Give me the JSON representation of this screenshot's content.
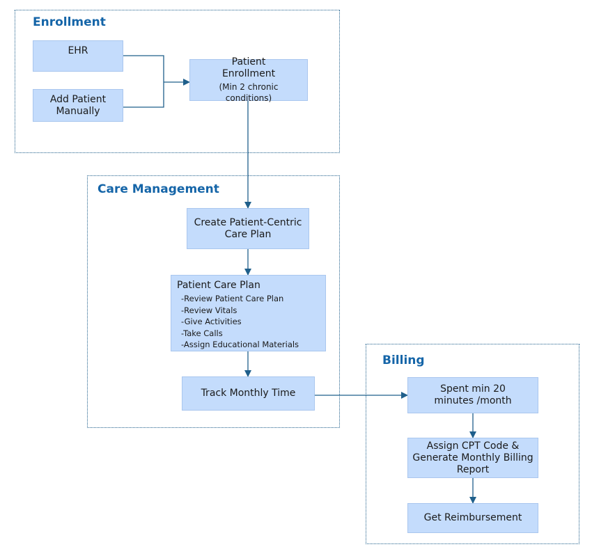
{
  "groups": {
    "enrollment": {
      "title": "Enrollment"
    },
    "care_management": {
      "title": "Care Management"
    },
    "billing": {
      "title": "Billing"
    }
  },
  "nodes": {
    "ehr": {
      "label": "EHR"
    },
    "add_patient": {
      "label": "Add Patient Manually"
    },
    "patient_enrollment": {
      "label": "Patient Enrollment",
      "sub": "(Min 2 chronic conditions)"
    },
    "create_plan": {
      "label": "Create Patient-Centric Care Plan"
    },
    "patient_care_plan": {
      "label": "Patient Care Plan",
      "items": [
        "-Review Patient Care Plan",
        "-Review Vitals",
        "-Give Activities",
        "-Take Calls",
        "-Assign Educational Materials"
      ]
    },
    "track_time": {
      "label": "Track Monthly Time"
    },
    "spent_min": {
      "label": "Spent min 20 minutes /month"
    },
    "assign_cpt": {
      "label": "Assign CPT Code & Generate Monthly Billing Report"
    },
    "reimbursement": {
      "label": "Get Reimbursement"
    }
  },
  "colors": {
    "node_fill": "#c4dcfc",
    "edge": "#1f5f8b",
    "group_title": "#1565a8"
  }
}
